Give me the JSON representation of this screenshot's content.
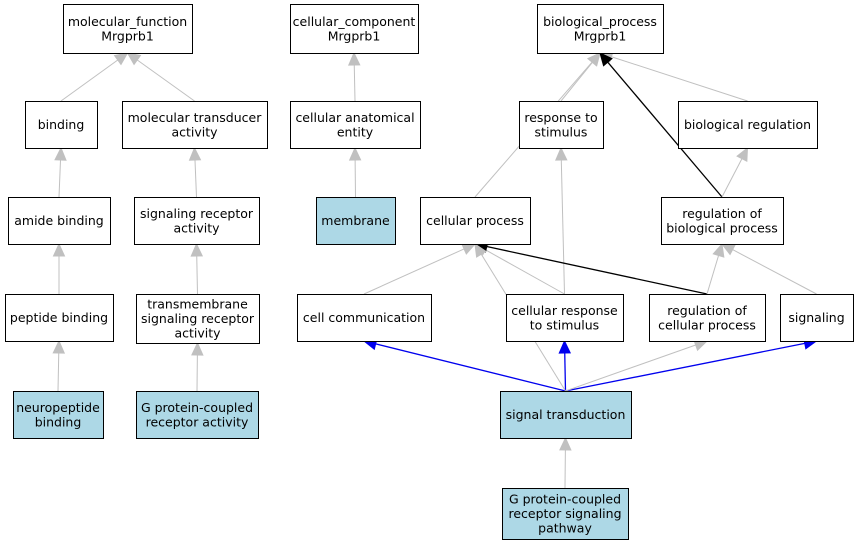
{
  "colors": {
    "plain_fill": "#ffffff",
    "highlight_fill": "#add8e6",
    "edge_gray": "#c0c0c0",
    "edge_black": "#000000",
    "edge_blue": "#0000ee"
  },
  "nodes": [
    {
      "id": "mf",
      "lines": [
        "molecular_function",
        "Mrgprb1"
      ],
      "highlight": false
    },
    {
      "id": "cc",
      "lines": [
        "cellular_component",
        "Mrgprb1"
      ],
      "highlight": false
    },
    {
      "id": "bp",
      "lines": [
        "biological_process",
        "Mrgprb1"
      ],
      "highlight": false
    },
    {
      "id": "bind",
      "lines": [
        "binding"
      ],
      "highlight": false
    },
    {
      "id": "mta",
      "lines": [
        "molecular transducer",
        "activity"
      ],
      "highlight": false
    },
    {
      "id": "cae",
      "lines": [
        "cellular anatomical",
        "entity"
      ],
      "highlight": false
    },
    {
      "id": "rts",
      "lines": [
        "response to",
        "stimulus"
      ],
      "highlight": false
    },
    {
      "id": "breg",
      "lines": [
        "biological regulation"
      ],
      "highlight": false
    },
    {
      "id": "amide",
      "lines": [
        "amide binding"
      ],
      "highlight": false
    },
    {
      "id": "sra",
      "lines": [
        "signaling receptor",
        "activity"
      ],
      "highlight": false
    },
    {
      "id": "memb",
      "lines": [
        "membrane"
      ],
      "highlight": true
    },
    {
      "id": "cp",
      "lines": [
        "cellular process"
      ],
      "highlight": false
    },
    {
      "id": "rbp",
      "lines": [
        "regulation of",
        "biological process"
      ],
      "highlight": false
    },
    {
      "id": "pep",
      "lines": [
        "peptide binding"
      ],
      "highlight": false
    },
    {
      "id": "tsra",
      "lines": [
        "transmembrane",
        "signaling receptor",
        "activity"
      ],
      "highlight": false
    },
    {
      "id": "cc2",
      "lines": [
        "cell communication"
      ],
      "highlight": false
    },
    {
      "id": "crs",
      "lines": [
        "cellular response",
        "to stimulus"
      ],
      "highlight": false
    },
    {
      "id": "rcp",
      "lines": [
        "regulation of",
        "cellular process"
      ],
      "highlight": false
    },
    {
      "id": "sig",
      "lines": [
        "signaling"
      ],
      "highlight": false
    },
    {
      "id": "npb",
      "lines": [
        "neuropeptide",
        "binding"
      ],
      "highlight": true
    },
    {
      "id": "gpcra",
      "lines": [
        "G protein-coupled",
        "receptor activity"
      ],
      "highlight": true
    },
    {
      "id": "st",
      "lines": [
        "signal transduction"
      ],
      "highlight": true
    },
    {
      "id": "gpcrsp",
      "lines": [
        "G protein-coupled",
        "receptor signaling",
        "pathway"
      ],
      "highlight": true
    }
  ],
  "edges": [
    {
      "from": "bind",
      "to": "mf",
      "color": "gray"
    },
    {
      "from": "mta",
      "to": "mf",
      "color": "gray"
    },
    {
      "from": "amide",
      "to": "bind",
      "color": "gray"
    },
    {
      "from": "pep",
      "to": "amide",
      "color": "gray"
    },
    {
      "from": "npb",
      "to": "pep",
      "color": "gray"
    },
    {
      "from": "sra",
      "to": "mta",
      "color": "gray"
    },
    {
      "from": "tsra",
      "to": "sra",
      "color": "gray"
    },
    {
      "from": "gpcra",
      "to": "tsra",
      "color": "gray"
    },
    {
      "from": "cae",
      "to": "cc",
      "color": "gray"
    },
    {
      "from": "memb",
      "to": "cae",
      "color": "gray"
    },
    {
      "from": "rts",
      "to": "bp",
      "color": "gray"
    },
    {
      "from": "breg",
      "to": "bp",
      "color": "gray"
    },
    {
      "from": "cp",
      "to": "bp",
      "color": "gray"
    },
    {
      "from": "rbp",
      "to": "bp",
      "color": "black"
    },
    {
      "from": "rbp",
      "to": "breg",
      "color": "gray"
    },
    {
      "from": "cc2",
      "to": "cp",
      "color": "gray"
    },
    {
      "from": "crs",
      "to": "cp",
      "color": "gray"
    },
    {
      "from": "crs",
      "to": "rts",
      "color": "gray"
    },
    {
      "from": "rcp",
      "to": "cp",
      "color": "black"
    },
    {
      "from": "rcp",
      "to": "rbp",
      "color": "gray"
    },
    {
      "from": "sig",
      "to": "rbp",
      "color": "gray"
    },
    {
      "from": "st",
      "to": "cc2",
      "color": "blue"
    },
    {
      "from": "st",
      "to": "crs",
      "color": "blue"
    },
    {
      "from": "st",
      "to": "sig",
      "color": "blue"
    },
    {
      "from": "st",
      "to": "rcp",
      "color": "gray"
    },
    {
      "from": "st",
      "to": "cp",
      "color": "gray"
    },
    {
      "from": "gpcrsp",
      "to": "st",
      "color": "gray"
    }
  ]
}
